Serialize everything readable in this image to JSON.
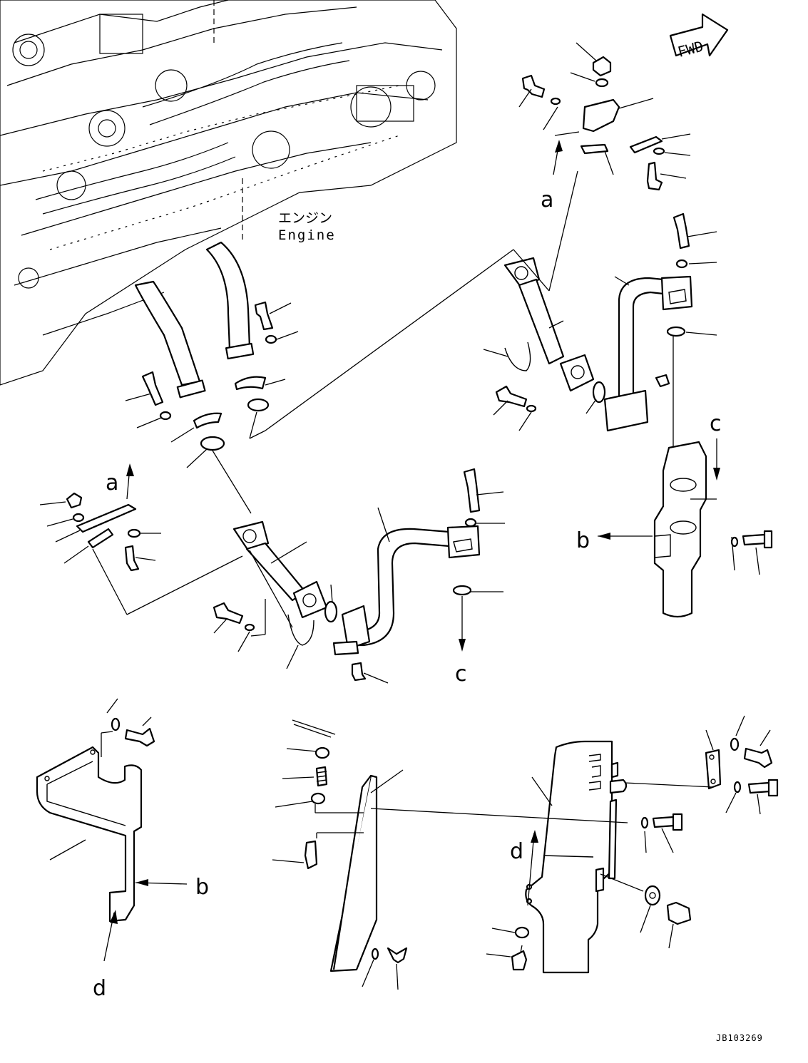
{
  "engine_label_jp": "エンジン",
  "engine_label_en": "Engine",
  "fwd_label": "FWD",
  "callouts": {
    "a_top": "a",
    "a_left": "a",
    "b_right": "b",
    "b_bottom": "b",
    "c_right": "c",
    "c_center": "c",
    "d_left": "d",
    "d_right": "d"
  },
  "drawing_number": "JB103269"
}
